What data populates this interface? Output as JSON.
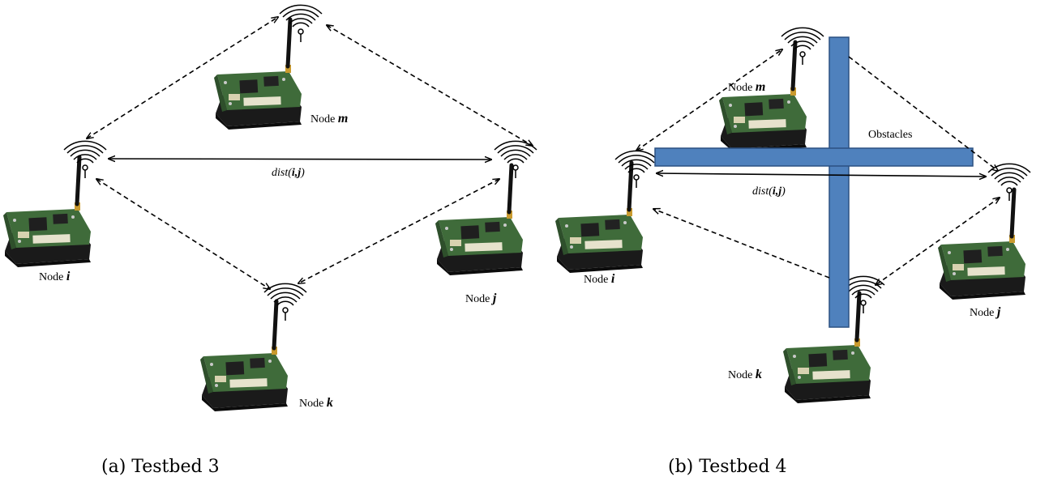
{
  "panel_a": {
    "caption": "(a) Testbed 3",
    "distance_label": {
      "prefix": "dist(",
      "args": "i,j",
      "suffix": ")"
    },
    "nodes": [
      {
        "key": "i",
        "word": "Node",
        "letter": "i"
      },
      {
        "key": "j",
        "word": "Node",
        "letter": "j"
      },
      {
        "key": "m",
        "word": "Node",
        "letter": "m"
      },
      {
        "key": "k",
        "word": "Node",
        "letter": "k"
      }
    ]
  },
  "panel_b": {
    "caption": "(b) Testbed 4",
    "distance_label": {
      "prefix": "dist(",
      "args": "i,j",
      "suffix": ")"
    },
    "obstacles_label": "Obstacles",
    "nodes": [
      {
        "key": "i",
        "word": "Node",
        "letter": "i"
      },
      {
        "key": "j",
        "word": "Node",
        "letter": "j"
      },
      {
        "key": "m",
        "word": "Node",
        "letter": "m"
      },
      {
        "key": "k",
        "word": "Node",
        "letter": "k"
      }
    ]
  },
  "colors": {
    "obstacle_fill": "#4f81bd",
    "obstacle_stroke": "#2c5182",
    "pcb_green": "#3f6b3a",
    "battery_case": "#1a1a1a"
  }
}
